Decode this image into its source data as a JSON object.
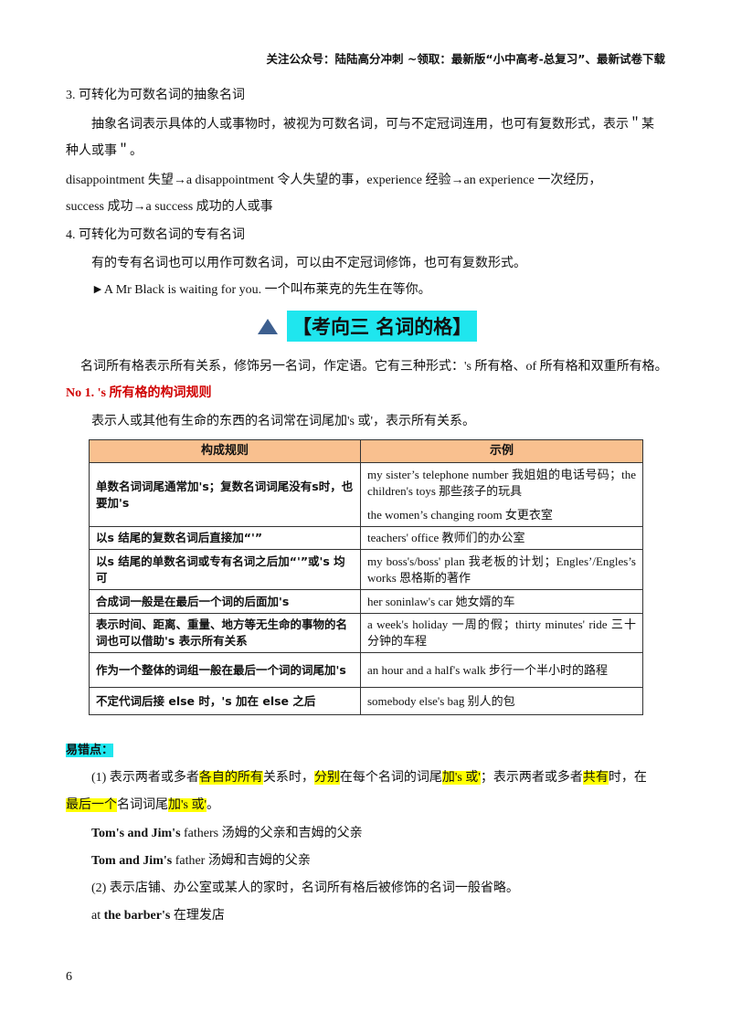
{
  "header": "关注公众号：陆陆高分冲刺  ~领取：最新版“小中高考-总复习”、最新试卷下载",
  "s3": {
    "heading": "3. 可转化为可数名词的抽象名词",
    "para1": "抽象名词表示具体的人或事物时，被视为可数名词，可与不定冠词连用，也可有复数形式，表示＂某",
    "para2": "种人或事＂。",
    "ex1": "disappointment 失望→a disappointment 令人失望的事，experience 经验→an experience  一次经历，",
    "ex2": "success 成功→a success 成功的人或事"
  },
  "s4": {
    "heading": "4. 可转化为可数名词的专有名词",
    "para": "有的专有名词也可以用作可数名词，可以由不定冠词修饰，也可有复数形式。",
    "example": "►A Mr Black is waiting for you.  一个叫布莱克的先生在等你。"
  },
  "section_title": "【考向三  名词的格】",
  "intro": "名词所有格表示所有关系，修饰另一名词，作定语。它有三种形式：'s 所有格、of 所有格和双重所有格。",
  "no1": {
    "heading": "No 1.  's 所有格的构词规则",
    "para": "表示人或其他有生命的东西的名词常在词尾加's 或'，表示所有关系。"
  },
  "table": {
    "headers": [
      "构成规则",
      "示例"
    ],
    "rows": [
      {
        "rule": "单数名词词尾通常加's；复数名词词尾没有s时，也要加's",
        "ex": "my sister’s telephone number 我姐姐的电话号码；the children's toys 那些孩子的玩具",
        "ex2": "the women’s changing room 女更衣室"
      },
      {
        "rule": "以s 结尾的复数名词后直接加“'”",
        "ex": "teachers' office  教师们的办公室"
      },
      {
        "rule": "以s 结尾的单数名词或专有名词之后加“'”或's 均可",
        "ex": "my boss's/boss' plan 我老板的计划；Engles’/Engles’s works 恩格斯的著作"
      },
      {
        "rule": "合成词一般是在最后一个词的后面加's",
        "ex": "her soninlaw's car 她女婿的车"
      },
      {
        "rule": "表示时间、距离、重量、地方等无生命的事物的名词也可以借助's 表示所有关系",
        "ex": "a week's holiday  一周的假；thirty minutes'  ride 三十分钟的车程"
      },
      {
        "rule": "作为一个整体的词组一般在最后一个词的词尾加's",
        "ex": "an hour and a half's walk 步行一个半小时的路程"
      },
      {
        "rule": "不定代词后接 else 时，'s 加在 else 之后",
        "ex": "somebody else's bag 别人的包"
      }
    ]
  },
  "pitfalls": {
    "label": "易错点：",
    "p1_line1": [
      {
        "t": "(1)  表示两者或多者",
        "hl": false
      },
      {
        "t": "各自的所有",
        "hl": true
      },
      {
        "t": "关系时，",
        "hl": false
      },
      {
        "t": "分别",
        "hl": true
      },
      {
        "t": "在每个名词的词尾",
        "hl": false
      },
      {
        "t": "加's 或'",
        "hl": true
      },
      {
        "t": "；表示两者或多者",
        "hl": false
      },
      {
        "t": "共有",
        "hl": true
      },
      {
        "t": "时，在",
        "hl": false
      }
    ],
    "p1_line2": [
      {
        "t": "最后一个",
        "hl": true
      },
      {
        "t": "名词词尾",
        "hl": false
      },
      {
        "t": "加's 或'",
        "hl": true
      },
      {
        "t": "。",
        "hl": false
      }
    ],
    "ex1_bold": "Tom's and Jim's",
    "ex1_rest": "  fathers  汤姆的父亲和吉姆的父亲",
    "ex2_bold": "Tom and Jim's",
    "ex2_rest": "  father  汤姆和吉姆的父亲",
    "p2": "(2)  表示店铺、办公室或某人的家时，名词所有格后被修饰的名词一般省略。",
    "ex3_pre": "at  ",
    "ex3_bold": "the barber's",
    "ex3_rest": "  在理发店"
  },
  "highlight_color": "#ffff00",
  "tag_color": "#1fe6ee",
  "table_header_color": "#f9c08f",
  "page_number": "6"
}
